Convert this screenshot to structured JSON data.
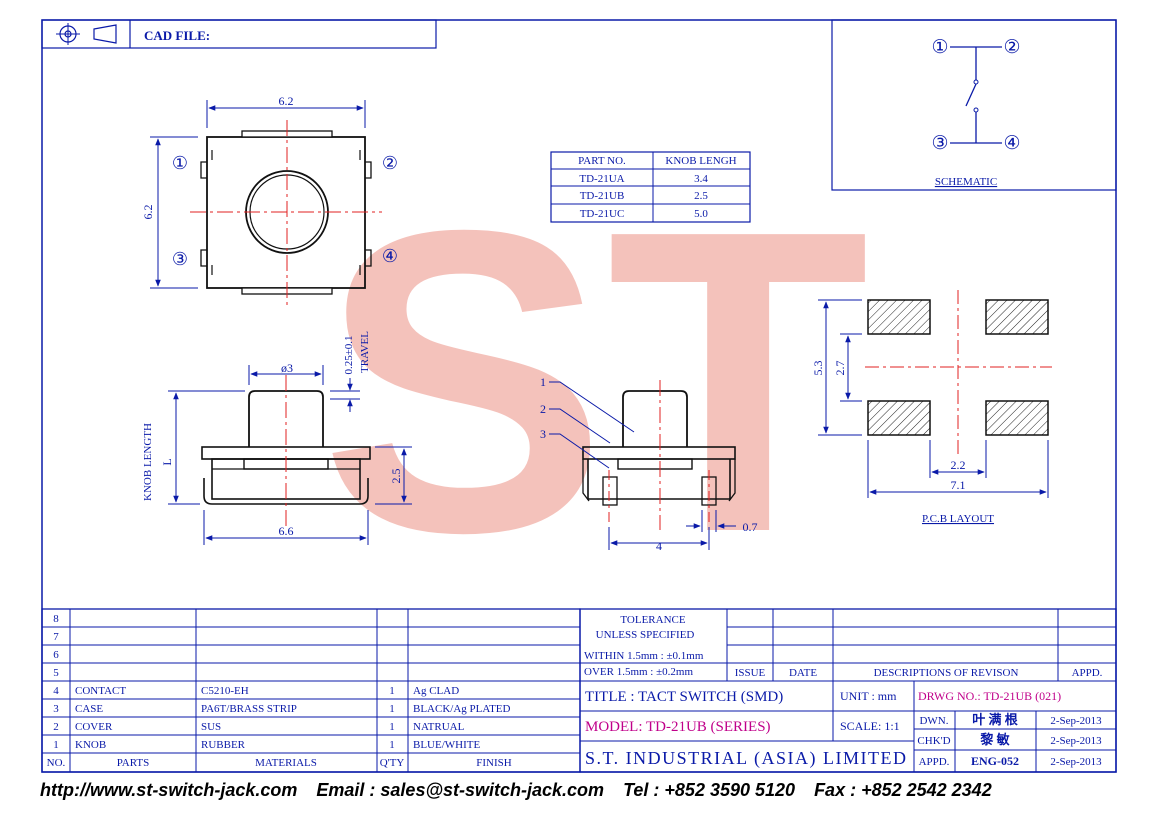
{
  "header": {
    "cad_file_label": "CAD FILE:"
  },
  "watermark": {
    "text": "ST",
    "color": "#f0a8a0"
  },
  "colors": {
    "line": "#0a1aa8",
    "center": "#e02020",
    "part": "#111111",
    "accent": "#c0008a"
  },
  "top_view": {
    "dim_width": "6.2",
    "dim_height": "6.2",
    "pins": [
      "①",
      "②",
      "③",
      "④"
    ]
  },
  "side_view": {
    "dim_knob_dia": "ø3",
    "dim_travel": "0.25±0.1",
    "travel_label": "TRAVEL",
    "knob_length_label": "KNOB LENGTH",
    "dim_l": "L",
    "dim_height": "2.5",
    "dim_width": "6.6"
  },
  "section_view": {
    "callouts": [
      "1",
      "2",
      "3"
    ],
    "dim_pitch": "4",
    "dim_pin": "0.7"
  },
  "knob_table": {
    "headers": [
      "PART NO.",
      "KNOB LENGH"
    ],
    "rows": [
      [
        "TD-21UA",
        "3.4"
      ],
      [
        "TD-21UB",
        "2.5"
      ],
      [
        "TD-21UC",
        "5.0"
      ]
    ]
  },
  "schematic": {
    "label": "SCHEMATIC",
    "pins": [
      "①",
      "②",
      "③",
      "④"
    ]
  },
  "pcb": {
    "label": "P.C.B LAYOUT",
    "dim_5_3": "5.3",
    "dim_2_7": "2.7",
    "dim_2_2": "2.2",
    "dim_7_1": "7.1"
  },
  "bom": {
    "row_numbers": [
      "8",
      "7",
      "6",
      "5",
      "4",
      "3",
      "2",
      "1"
    ],
    "items": [
      {
        "no": "4",
        "part": "CONTACT",
        "material": "C5210-EH",
        "qty": "1",
        "finish": "Ag CLAD"
      },
      {
        "no": "3",
        "part": "CASE",
        "material": "PA6T/BRASS STRIP",
        "qty": "1",
        "finish": "BLACK/Ag PLATED"
      },
      {
        "no": "2",
        "part": "COVER",
        "material": "SUS",
        "qty": "1",
        "finish": "NATRUAL"
      },
      {
        "no": "1",
        "part": "KNOB",
        "material": "RUBBER",
        "qty": "1",
        "finish": "BLUE/WHITE"
      }
    ],
    "headers": [
      "NO.",
      "PARTS",
      "MATERIALS",
      "Q'TY",
      "FINISH"
    ]
  },
  "title_block": {
    "tolerance_title": "TOLERANCE",
    "tolerance_sub": "UNLESS SPECIFIED",
    "within": "WITHIN 1.5mm : ±0.1mm",
    "over": "OVER 1.5mm : ±0.2mm",
    "issue": "ISSUE",
    "date": "DATE",
    "descriptions": "DESCRIPTIONS OF REVISON",
    "appd_header": "APPD.",
    "title": "TITLE : TACT SWITCH (SMD)",
    "unit": "UNIT : mm",
    "drwg_no": "DRWG NO.: TD-21UB (021)",
    "model": "MODEL: TD-21UB (SERIES)",
    "scale": "SCALE: 1:1",
    "company": "S.T. INDUSTRIAL (ASIA) LIMITED",
    "signoffs": [
      {
        "role": "DWN.",
        "name": "叶 满 根",
        "date": "2-Sep-2013"
      },
      {
        "role": "CHK'D",
        "name": "黎 敏",
        "date": "2-Sep-2013"
      },
      {
        "role": "APPD.",
        "name": "ENG-052",
        "date": "2-Sep-2013"
      }
    ]
  },
  "footer": {
    "url": "http://www.st-switch-jack.com",
    "email": "Email : sales@st-switch-jack.com",
    "tel": "Tel : +852 3590 5120",
    "fax": "Fax : +852 2542 2342"
  }
}
